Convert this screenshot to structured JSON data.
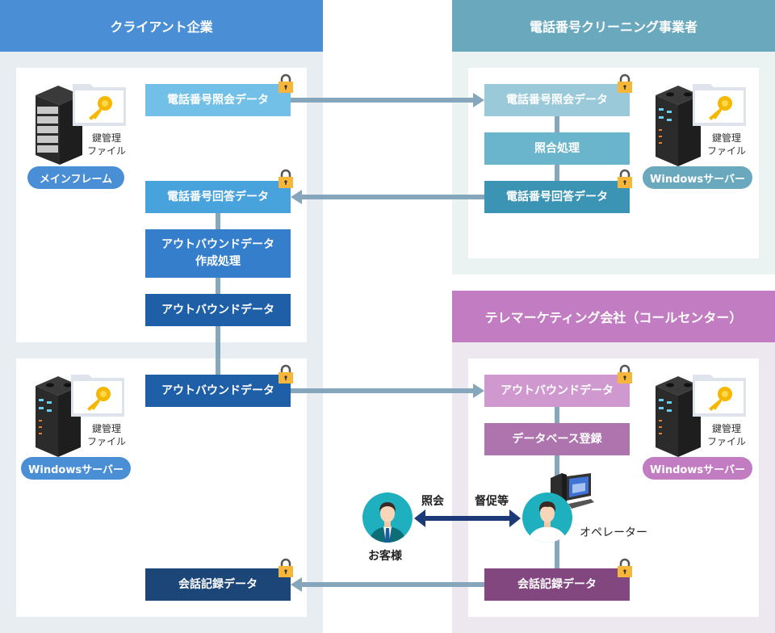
{
  "colors": {
    "client_header": "#4a8fd6",
    "cleaning_header": "#6aa8bd",
    "tele_header": "#c27dc2",
    "connector": "#86a6bb",
    "lock_body": "#f6b63a"
  },
  "client": {
    "title": "クライアント企業",
    "mainframe": {
      "label": "メインフレーム",
      "key_file": [
        "鍵管理",
        "ファイル"
      ]
    },
    "windows_server": {
      "label": "Windowsサーバー",
      "key_file": [
        "鍵管理",
        "ファイル"
      ]
    },
    "boxes": [
      {
        "label": "電話番号照会データ",
        "locked": true
      },
      {
        "label": "電話番号回答データ",
        "locked": true
      },
      {
        "label": "アウトバウンドデータ",
        "label2": "作成処理",
        "locked": false
      },
      {
        "label": "アウトバウンドデータ",
        "locked": false
      },
      {
        "label": "アウトバウンドデータ",
        "locked": true
      },
      {
        "label": "会話記録データ",
        "locked": true
      }
    ]
  },
  "cleaning": {
    "title": "電話番号クリーニング事業者",
    "windows_server": {
      "label": "Windowsサーバー",
      "key_file": [
        "鍵管理",
        "ファイル"
      ]
    },
    "boxes": [
      {
        "label": "電話番号照会データ",
        "locked": true
      },
      {
        "label": "照合処理",
        "locked": false
      },
      {
        "label": "電話番号回答データ",
        "locked": true
      }
    ]
  },
  "telemarketing": {
    "title": "テレマーケティング会社（コールセンター）",
    "windows_server": {
      "label": "Windowsサーバー",
      "key_file": [
        "鍵管理",
        "ファイル"
      ]
    },
    "boxes": [
      {
        "label": "アウトバウンドデータ",
        "locked": true
      },
      {
        "label": "データベース登録",
        "locked": false
      },
      {
        "label": "会話記録データ",
        "locked": true
      }
    ],
    "operator_label": "オペレーター"
  },
  "interaction": {
    "customer_label": "お客様",
    "left_label": "照会",
    "right_label": "督促等"
  }
}
